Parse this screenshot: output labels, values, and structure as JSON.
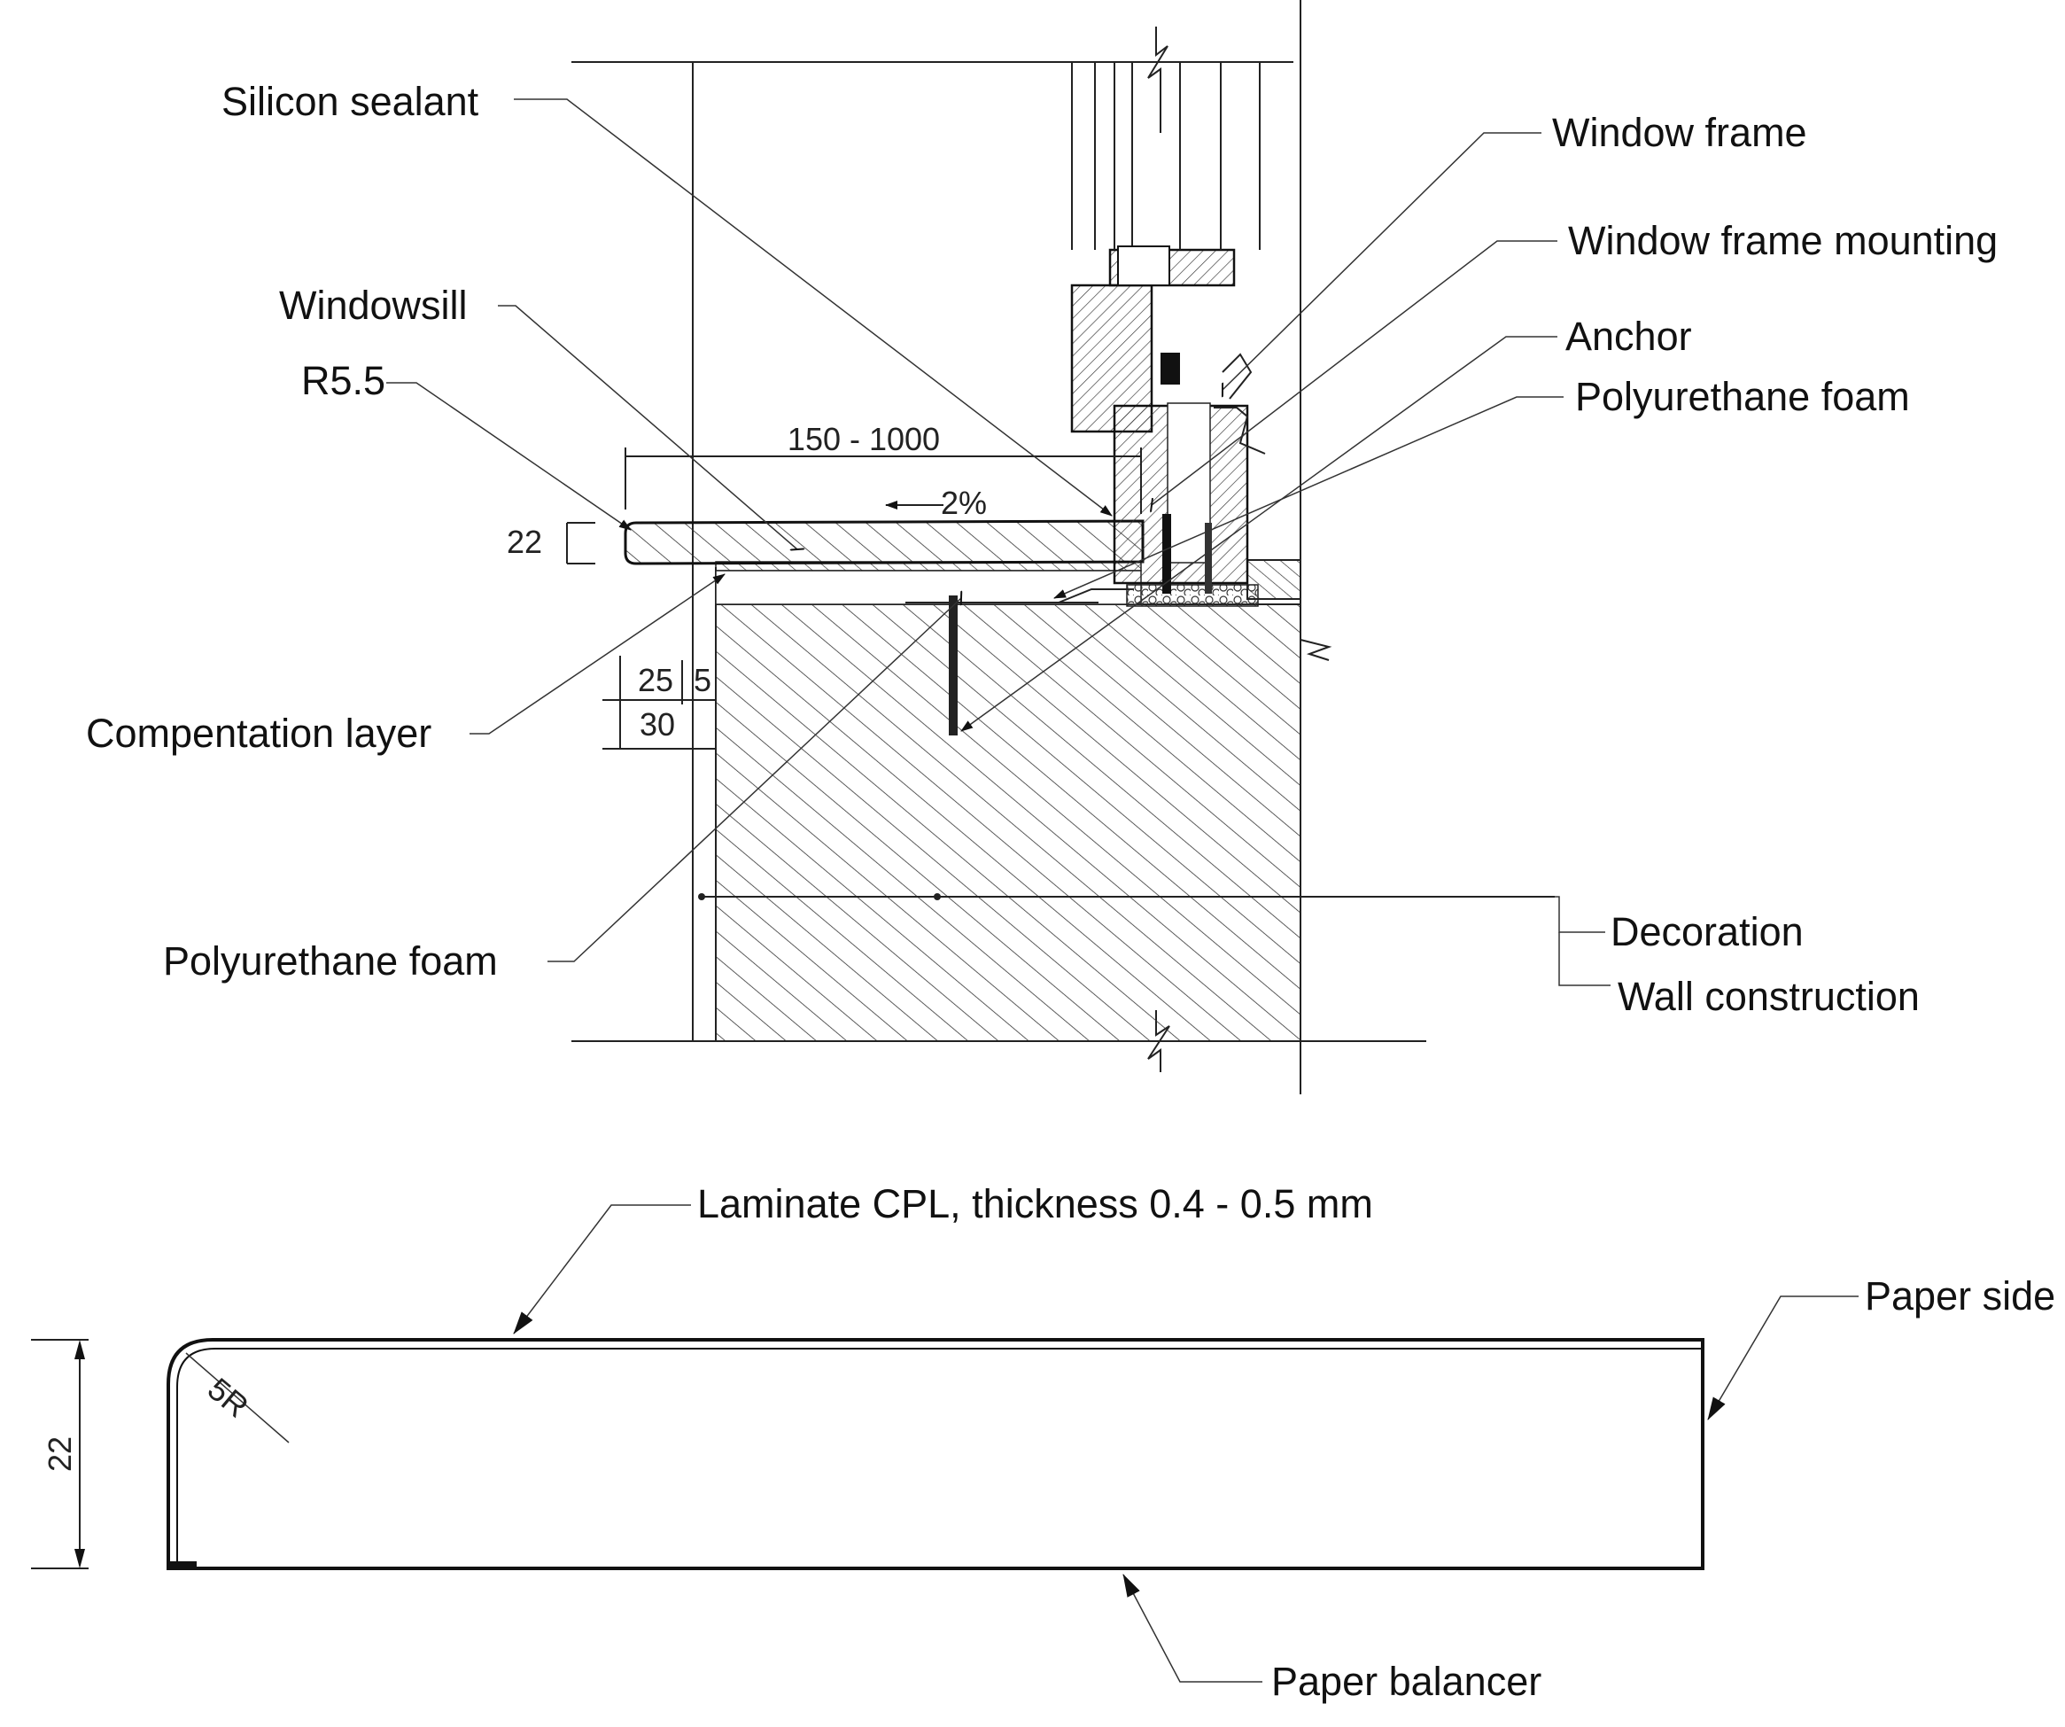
{
  "section_labels": {
    "silicon_sealant": "Silicon sealant",
    "windowsill": "Windowsill",
    "r55": "R5.5",
    "compensation_layer": "Compentation layer",
    "polyurethane_foam_left": "Polyurethane foam",
    "window_frame": "Window frame",
    "window_frame_mounting": "Window frame mounting",
    "anchor": "Anchor",
    "polyurethane_foam_right": "Polyurethane foam",
    "decoration": "Decoration",
    "wall_construction": "Wall construction"
  },
  "dimensions": {
    "sill_depth": "150 - 1000",
    "slope": "2%",
    "sill_thickness": "22",
    "dim_25": "25",
    "dim_5": "5",
    "dim_30": "30"
  },
  "profile_labels": {
    "laminate": "Laminate CPL, thickness 0.4 - 0.5 mm",
    "paper_side": "Paper side",
    "paper_balancer": "Paper balancer",
    "radius": "5R",
    "thickness": "22"
  },
  "colors": {
    "ink": "#222222",
    "background": "#ffffff"
  }
}
